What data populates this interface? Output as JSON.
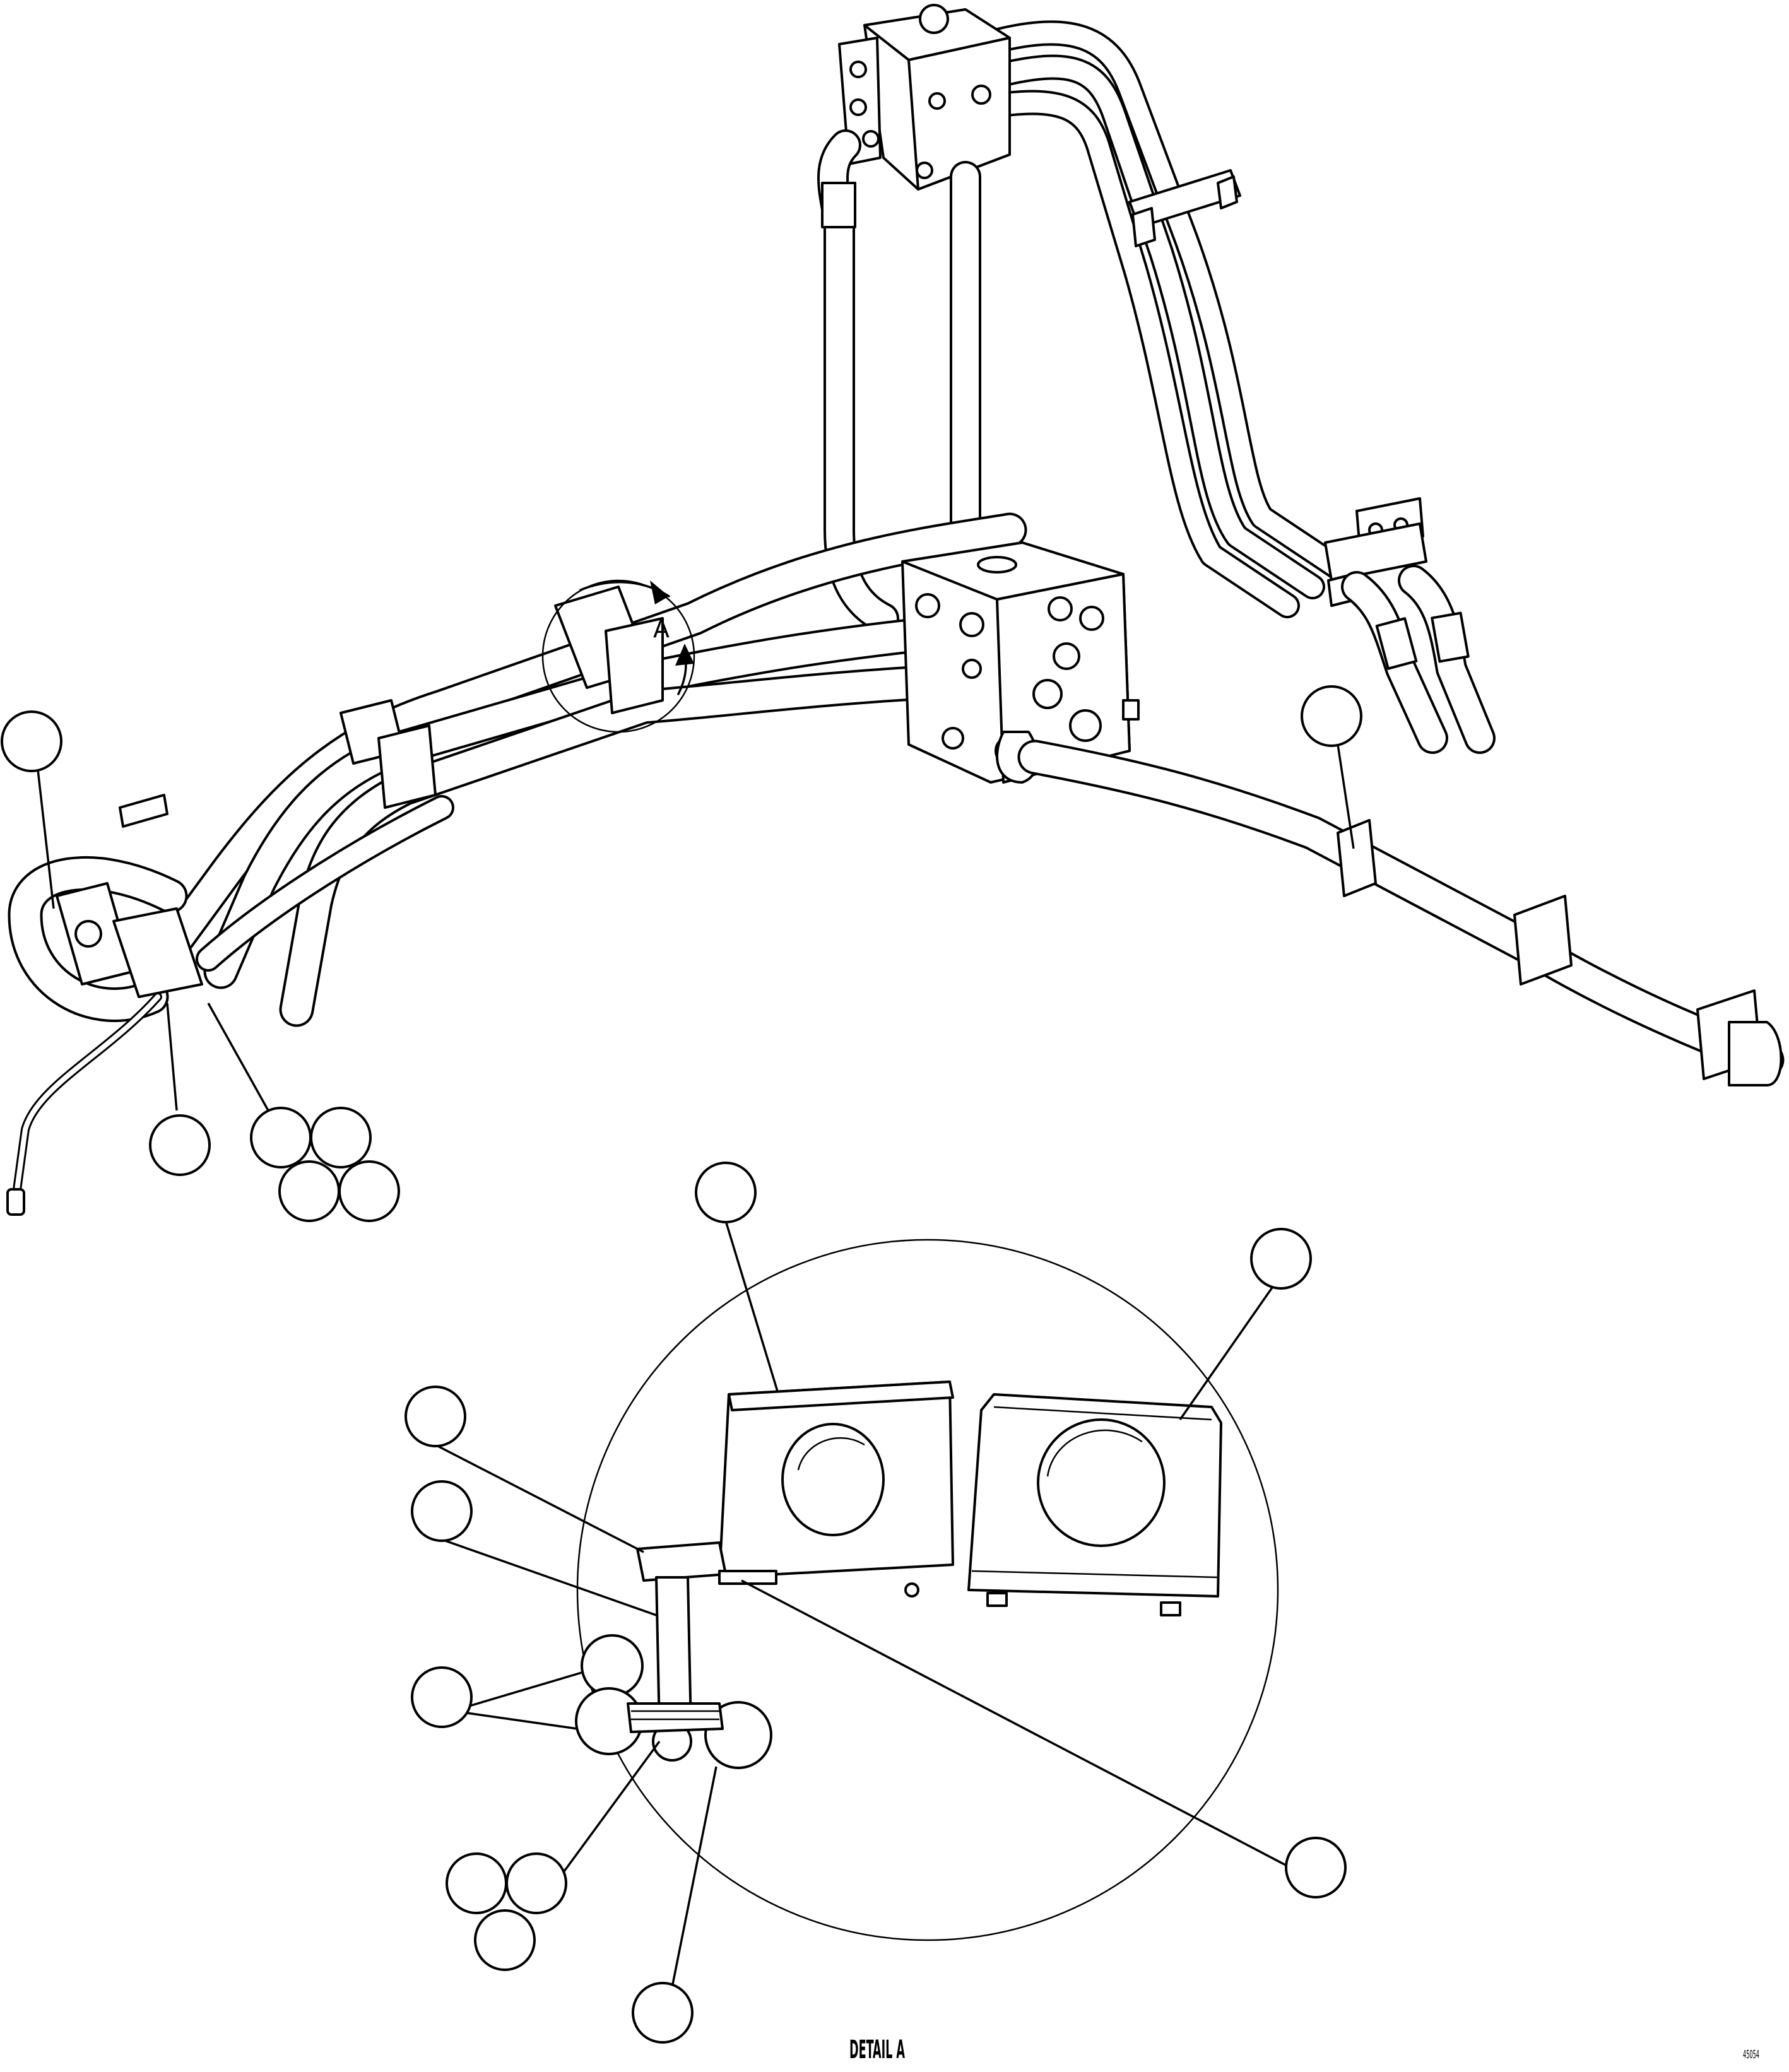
{
  "callouts": {
    "view_marker": "A",
    "detail_caption": "DETAIL A",
    "drawing_number": "45054"
  },
  "balloon_count": 21
}
